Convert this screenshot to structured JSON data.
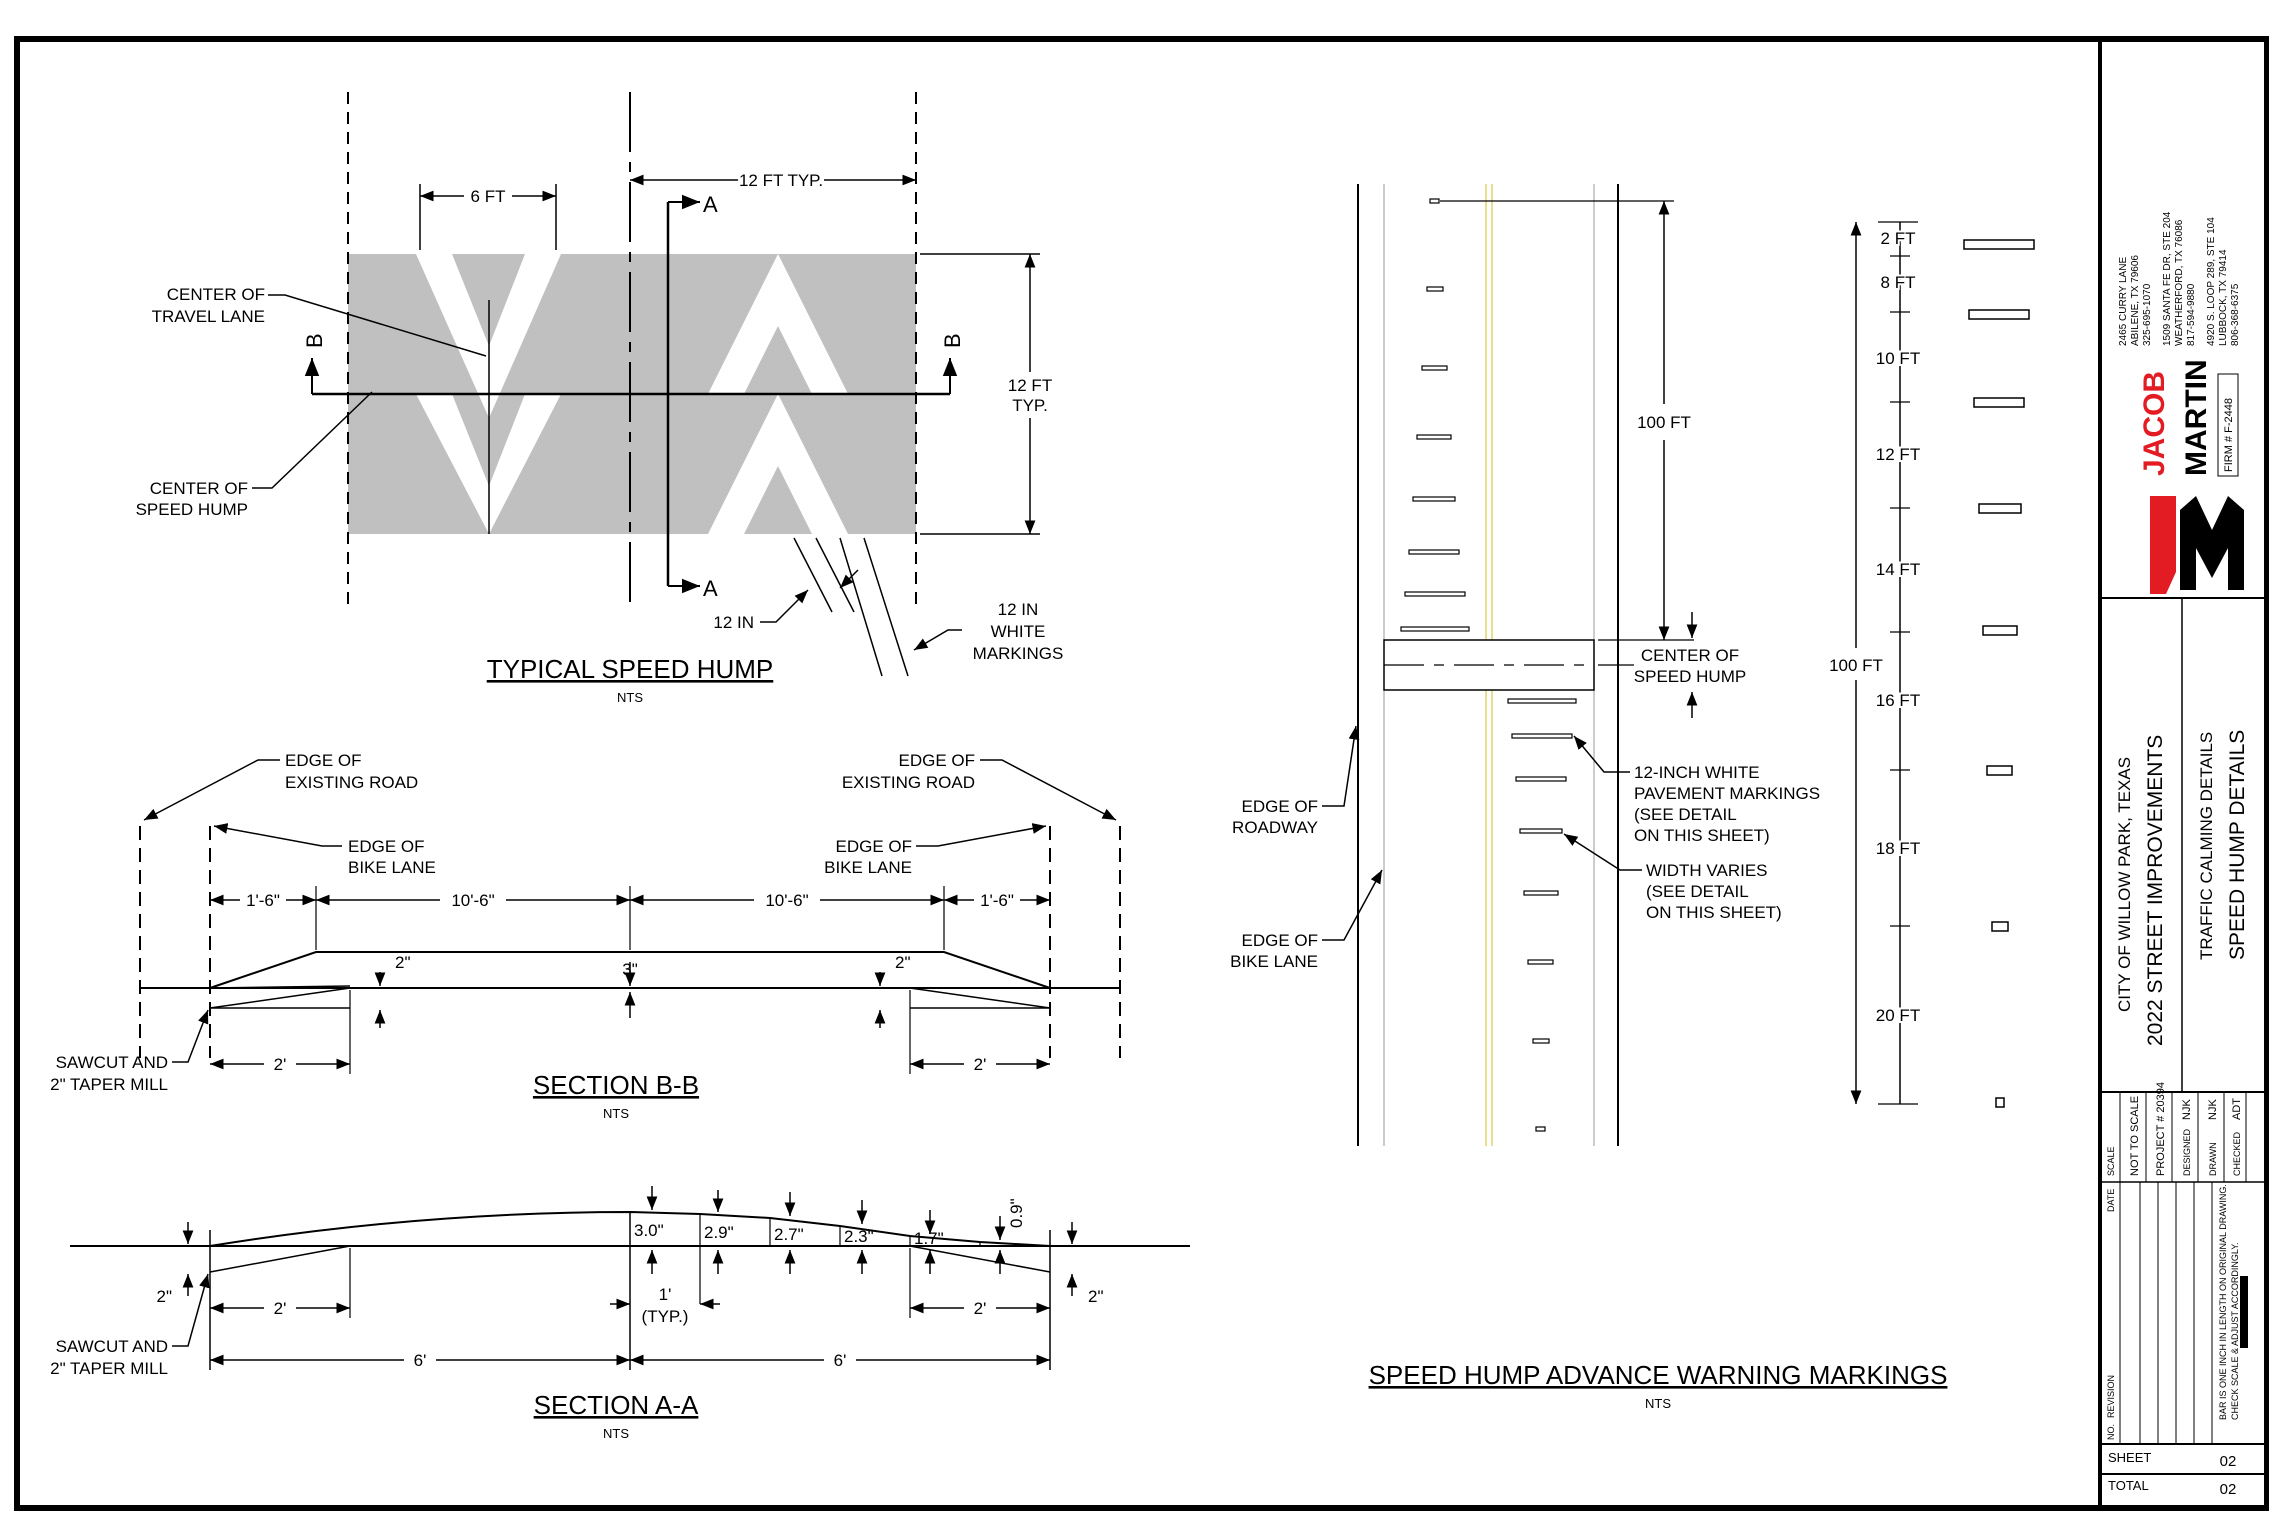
{
  "hump_plan": {
    "title": "TYPICAL SPEED HUMP",
    "scale": "NTS",
    "dim_6ft": "6 FT",
    "dim_12ft_typ": "12 FT TYP.",
    "dim_12ft_right_1": "12 FT",
    "dim_12ft_right_2": "TYP.",
    "center_travel_1": "CENTER OF",
    "center_travel_2": "TRAVEL LANE",
    "center_hump_1": "CENTER OF",
    "center_hump_2": "SPEED HUMP",
    "marker_a": "A",
    "marker_b": "B",
    "dim_12in": "12 IN",
    "white_1": "12 IN",
    "white_2": "WHITE",
    "white_3": "MARKINGS"
  },
  "section_bb": {
    "title": "SECTION B-B",
    "scale": "NTS",
    "edge_road_1": "EDGE OF",
    "edge_road_2": "EXISTING ROAD",
    "edge_bike_1": "EDGE OF",
    "edge_bike_2": "BIKE LANE",
    "dim_1_6": "1'-6\"",
    "dim_10_6": "10'-6\"",
    "dim_2in": "2\"",
    "dim_3in": "3\"",
    "dim_2ft": "2'",
    "sawcut_1": "SAWCUT AND",
    "sawcut_2": "2\" TAPER MILL"
  },
  "section_aa": {
    "title": "SECTION A-A",
    "scale": "NTS",
    "heights": [
      "3.0\"",
      "2.9\"",
      "2.7\"",
      "2.3\"",
      "1.7\"",
      "0.9\""
    ],
    "dim_2in": "2\"",
    "dim_2ft": "2'",
    "dim_1ft": "1'",
    "dim_typ": "(TYP.)",
    "dim_6ft": "6'",
    "sawcut_1": "SAWCUT AND",
    "sawcut_2": "2\" TAPER MILL"
  },
  "advance": {
    "title": "SPEED HUMP ADVANCE WARNING MARKINGS",
    "scale": "NTS",
    "dim_100ft": "100 FT",
    "center_1": "CENTER OF",
    "center_2": "SPEED HUMP",
    "white_1": "12-INCH WHITE",
    "white_2": "PAVEMENT MARKINGS",
    "white_3": "(SEE DETAIL",
    "white_4": "ON THIS SHEET)",
    "width_1": "WIDTH VARIES",
    "width_2": "(SEE DETAIL",
    "width_3": "ON THIS SHEET)",
    "edge_road_1": "EDGE OF",
    "edge_road_2": "ROADWAY",
    "edge_bike_1": "EDGE OF",
    "edge_bike_2": "BIKE LANE",
    "spacings": [
      "2 FT",
      "8 FT",
      "10 FT",
      "12 FT",
      "14 FT",
      "16 FT",
      "18 FT",
      "20 FT"
    ],
    "total": "100 FT"
  },
  "title_block": {
    "firm_addr": [
      "2465 CURRY LANE",
      "ABILENE, TX 79606",
      "325-695-1070",
      "1509 SANTA FE DR, STE 204",
      "WEATHERFORD, TX 76086",
      "817-594-9880",
      "4920 S. LOOP 289, STE 104",
      "LUBBOCK, TX 79414",
      "806-368-6375"
    ],
    "logo_jacob": "JACOB",
    "logo_martin": "MARTIN",
    "firm_no": "FIRM # F-2448",
    "client": "CITY OF WILLOW PARK, TEXAS",
    "project": "2022 STREET IMPROVEMENTS",
    "sheet_group": "TRAFFIC CALMING DETAILS",
    "sheet_title": "SPEED HUMP DETAILS",
    "scale_label": "SCALE",
    "scale_value": "NOT TO SCALE",
    "project_no": "PROJECT # 20394",
    "designed_label": "DESIGNED",
    "designed": "NJK",
    "drawn_label": "DRAWN",
    "drawn": "NJK",
    "checked_label": "CHECKED",
    "checked": "ADT",
    "date_label": "DATE",
    "no_label": "NO.",
    "revision_label": "REVISION",
    "bar_note_1": "BAR IS ONE INCH IN LENGTH ON ORIGINAL DRAWING.",
    "bar_note_2": "CHECK SCALE & ADJUST ACCORDINGLY.",
    "sheet_label": "SHEET",
    "sheet_no": "02",
    "total_label": "TOTAL",
    "total_no": "02"
  },
  "colors": {
    "hump_fill": "#c0c0c0",
    "logo_red": "#e31b23",
    "centerline_yellow": "#e6d36a"
  }
}
